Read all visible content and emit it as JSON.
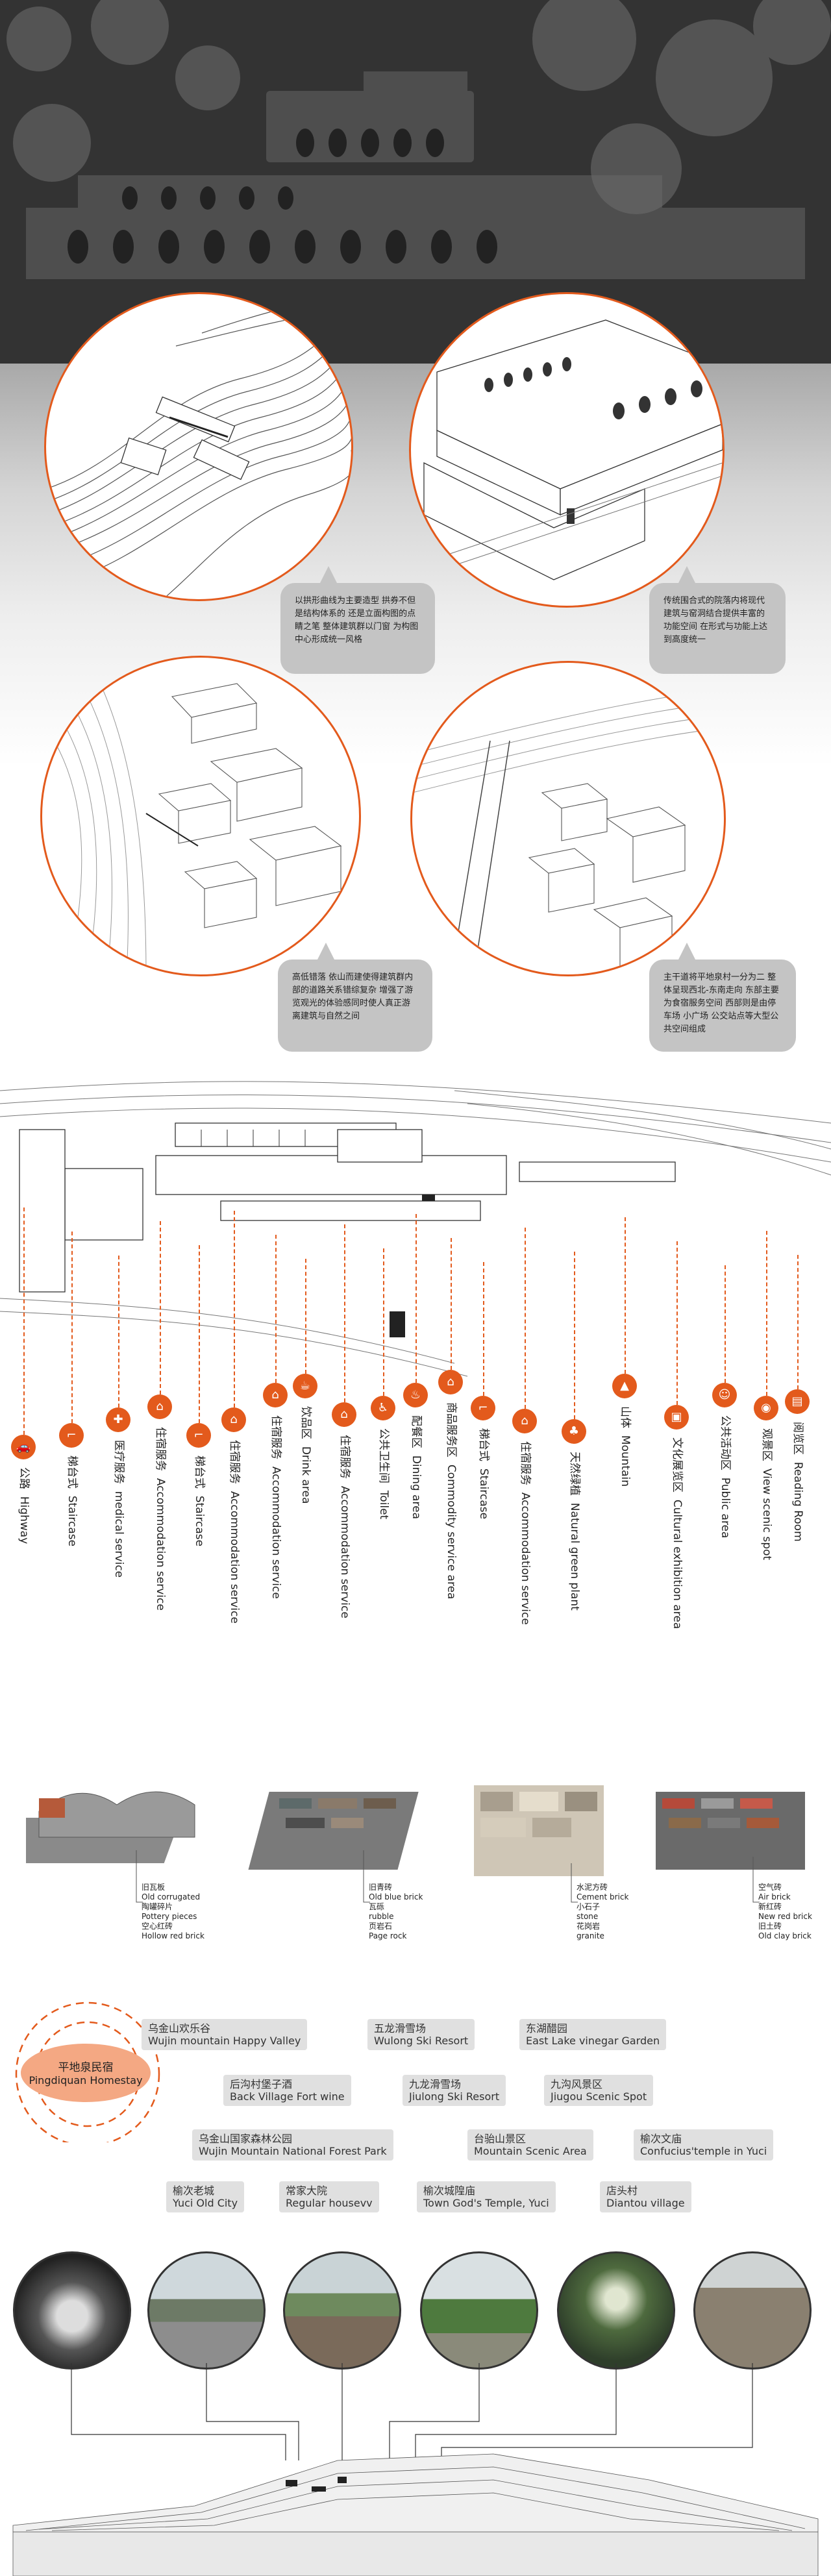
{
  "hero_callouts": [
    "以拱形曲线为主要造型 拱券不但是结构体系的 还是立面构图的点睛之笔 整体建筑群以门窗 为构图中心形成统一风格",
    "传统围合式的院落内将现代建筑与窑洞结合提供丰富的功能空间 在形式与功能上达到高度统一",
    "高低错落 依山而建使得建筑群内部的道路关系错综复杂 增强了游览观光的体验感同时使人真正游离建筑与自然之间",
    "主干道将平地泉村一分为二 整体呈现西北-东南走向 东部主要为食宿服务空间 西部则是由停车场 小广场 公交站点等大型公共空间组成"
  ],
  "legend": [
    {
      "icon": "car-icon",
      "glyph": "🚗",
      "cn": "公路",
      "en": "Highway"
    },
    {
      "icon": "stairs-icon",
      "glyph": "⌐",
      "cn": "梯台式",
      "en": "Staircase"
    },
    {
      "icon": "medical-cross-icon",
      "glyph": "✚",
      "cn": "医疗服务",
      "en": "medical service"
    },
    {
      "icon": "house-icon",
      "glyph": "⌂",
      "cn": "住宿服务",
      "en": "Accommodation service"
    },
    {
      "icon": "stairs-icon",
      "glyph": "⌐",
      "cn": "梯台式",
      "en": "Staircase"
    },
    {
      "icon": "house-icon",
      "glyph": "⌂",
      "cn": "住宿服务",
      "en": "Accommodation service"
    },
    {
      "icon": "house-icon",
      "glyph": "⌂",
      "cn": "住宿服务",
      "en": "Accommodation service"
    },
    {
      "icon": "drink-icon",
      "glyph": "☕",
      "cn": "饮品区",
      "en": "Drink area"
    },
    {
      "icon": "house-icon",
      "glyph": "⌂",
      "cn": "住宿服务",
      "en": "Accommodation service"
    },
    {
      "icon": "toilet-icon",
      "glyph": "♿",
      "cn": "公共卫生间",
      "en": "Toilet"
    },
    {
      "icon": "dining-icon",
      "glyph": "♨",
      "cn": "配餐区",
      "en": "Dining area"
    },
    {
      "icon": "shop-icon",
      "glyph": "⌂",
      "cn": "商品服务区",
      "en": "Commodity service area"
    },
    {
      "icon": "stairs-icon",
      "glyph": "⌐",
      "cn": "梯台式",
      "en": "Staircase"
    },
    {
      "icon": "house-icon",
      "glyph": "⌂",
      "cn": "住宿服务",
      "en": "Accommodation service"
    },
    {
      "icon": "tree-icon",
      "glyph": "♣",
      "cn": "天然绿植",
      "en": "Natural green plant"
    },
    {
      "icon": "mountain-icon",
      "glyph": "▲",
      "cn": "山体",
      "en": "Mountain"
    },
    {
      "icon": "exhibition-icon",
      "glyph": "▣",
      "cn": "文化展览区",
      "en": "Cultural exhibition area"
    },
    {
      "icon": "person-icon",
      "glyph": "☺",
      "cn": "公共活动区",
      "en": "Public area"
    },
    {
      "icon": "eye-icon",
      "glyph": "◉",
      "cn": "观景区",
      "en": "View scenic spot"
    },
    {
      "icon": "book-icon",
      "glyph": "▤",
      "cn": "阅览区",
      "en": "Reading Room"
    }
  ],
  "materials": [
    {
      "labels": [
        {
          "cn": "旧瓦板",
          "en": "Old corrugated"
        },
        {
          "cn": "陶罐碎片",
          "en": "Pottery pieces"
        },
        {
          "cn": "空心红砖",
          "en": "Hollow red brick"
        }
      ]
    },
    {
      "labels": [
        {
          "cn": "旧青砖",
          "en": "Old blue brick"
        },
        {
          "cn": "瓦砾",
          "en": "rubble"
        },
        {
          "cn": "页岩石",
          "en": "Page rock"
        }
      ]
    },
    {
      "labels": [
        {
          "cn": "水泥方砖",
          "en": "Cement brick"
        },
        {
          "cn": "小石子",
          "en": "stone"
        },
        {
          "cn": "花岗岩",
          "en": "granite"
        }
      ]
    },
    {
      "labels": [
        {
          "cn": "空气砖",
          "en": "Air brick"
        },
        {
          "cn": "新红砖",
          "en": "New red brick"
        },
        {
          "cn": "旧土砖",
          "en": "Old clay brick"
        }
      ]
    }
  ],
  "homestay": {
    "cn": "平地泉民宿",
    "en": "Pingdiquan Homestay"
  },
  "places": [
    {
      "cn": "乌金山欢乐谷",
      "en": "Wujin mountain Happy Valley"
    },
    {
      "cn": "五龙滑雪场",
      "en": "Wulong Ski Resort"
    },
    {
      "cn": "东湖醋园",
      "en": "East Lake vinegar Garden"
    },
    {
      "cn": "后沟村堡子酒",
      "en": "Back Village Fort wine"
    },
    {
      "cn": "九龙滑雪场",
      "en": "Jiulong Ski Resort"
    },
    {
      "cn": "九沟风景区",
      "en": "Jiugou Scenic Spot"
    },
    {
      "cn": "乌金山国家森林公园",
      "en": "Wujin Mountain National Forest Park"
    },
    {
      "cn": "台骀山景区",
      "en": "Mountain Scenic Area"
    },
    {
      "cn": "榆次文庙",
      "en": "Confucius'temple in Yuci"
    },
    {
      "cn": "榆次老城",
      "en": "Yuci Old City"
    },
    {
      "cn": "常家大院",
      "en": "Regular housevv"
    },
    {
      "cn": "榆次城隍庙",
      "en": "Town God's Temple, Yuci"
    },
    {
      "cn": "店头村",
      "en": "Diantou village"
    }
  ],
  "colors": {
    "accent": "#e35a1c",
    "tag_bg": "#e0e0e0",
    "callout_bg": "#c4c4c4"
  }
}
